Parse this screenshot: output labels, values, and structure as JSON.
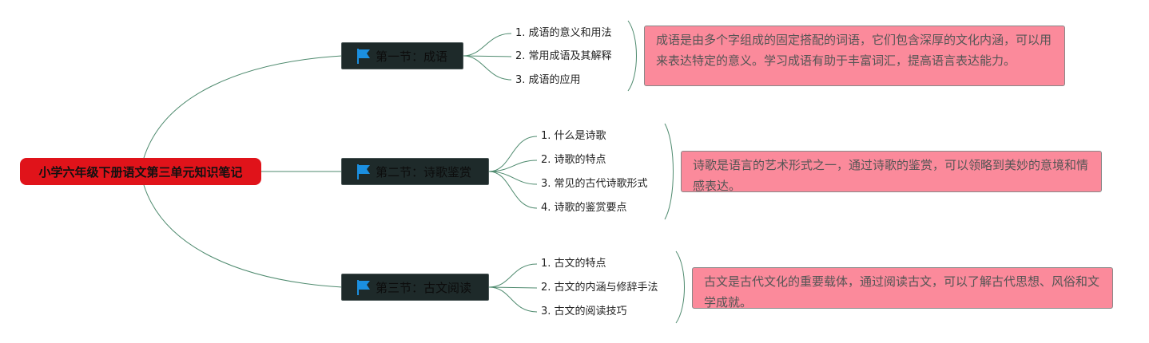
{
  "root": {
    "label": "小学六年级下册语文第三单元知识笔记"
  },
  "colors": {
    "root": "#e0131a",
    "topic": "#1e2a2a",
    "note": "#fb8a9b",
    "line": "#4e8a6e",
    "flag": "#1b8fe0"
  },
  "topics": [
    {
      "label": "第一节：成语",
      "items": [
        "1. 成语的意义和用法",
        "2. 常用成语及其解释",
        "3. 成语的应用"
      ],
      "note": "成语是由多个字组成的固定搭配的词语，它们包含深厚的文化内涵，可以用来表达特定的意义。学习成语有助于丰富词汇，提高语言表达能力。"
    },
    {
      "label": "第二节：诗歌鉴赏",
      "items": [
        "1. 什么是诗歌",
        "2. 诗歌的特点",
        "3. 常见的古代诗歌形式",
        "4. 诗歌的鉴赏要点"
      ],
      "note": "诗歌是语言的艺术形式之一，通过诗歌的鉴赏，可以领略到美妙的意境和情感表达。"
    },
    {
      "label": "第三节：古文阅读",
      "items": [
        "1. 古文的特点",
        "2. 古文的内涵与修辞手法",
        "3. 古文的阅读技巧"
      ],
      "note": "古文是古代文化的重要载体，通过阅读古文，可以了解古代思想、风俗和文学成就。"
    }
  ]
}
